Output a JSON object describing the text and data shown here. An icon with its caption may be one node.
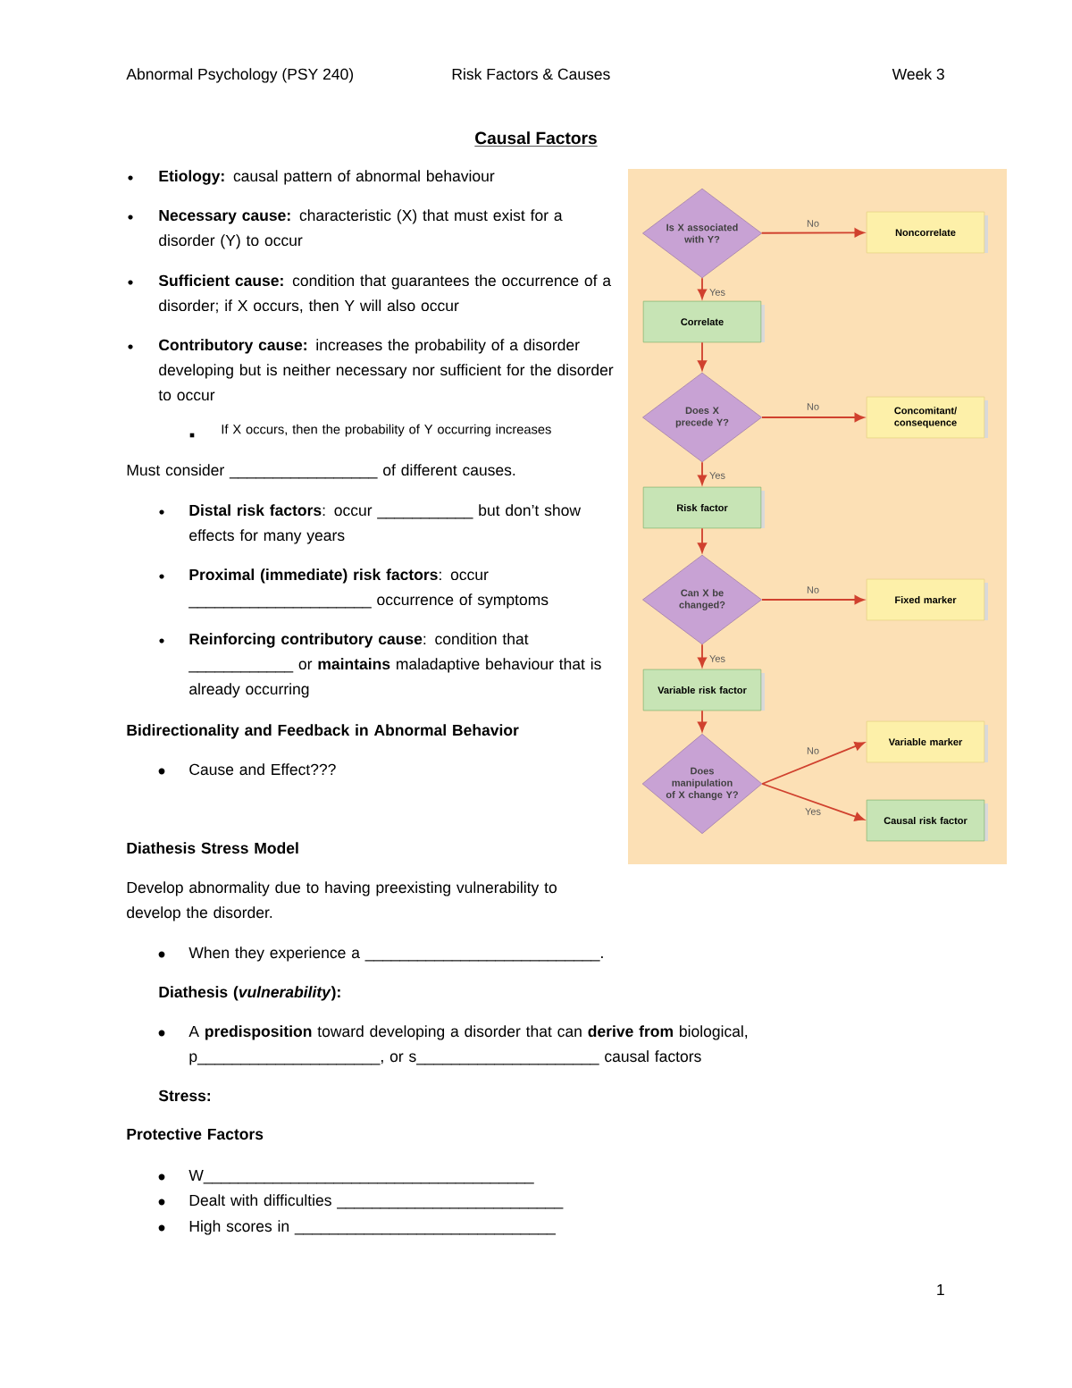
{
  "diagram": {
    "title": "Causal Factors",
    "nodes": [
      {
        "text": [
          "Is X associated with Y?"
        ]
      },
      {
        "text": [
          "Noncorrelate"
        ]
      },
      {
        "text": [
          "Correlate"
        ]
      },
      {
        "text": [
          "Does X precede Y?"
        ]
      },
      {
        "text": [
          "Concomitant/ consequence"
        ]
      },
      {
        "text": [
          "Risk factor"
        ]
      },
      {
        "text": [
          "Can X be changed?"
        ]
      },
      {
        "text": [
          "Fixed marker"
        ]
      },
      {
        "text": [
          "Variable risk factor"
        ]
      },
      {
        "text": [
          "Does manipulation of X change Y?"
        ]
      },
      {
        "text": [
          "Variable marker"
        ]
      },
      {
        "text": [
          "Causal risk factor"
        ]
      }
    ],
    "edges": [
      {
        "from": 0,
        "to": 1,
        "arrow": "to",
        "label": "No"
      },
      {
        "from": 0,
        "to": 2,
        "arrow": "to",
        "label": "Yes"
      },
      {
        "from": 2,
        "to": 3,
        "arrow": "to"
      },
      {
        "from": 3,
        "to": 4,
        "arrow": "to",
        "label": "No"
      },
      {
        "from": 3,
        "to": 5,
        "arrow": "to",
        "label": "Yes"
      },
      {
        "from": 5,
        "to": 6,
        "arrow": "to"
      },
      {
        "from": 6,
        "to": 7,
        "arrow": "to",
        "label": "No"
      },
      {
        "from": 6,
        "to": 8,
        "arrow": "to",
        "label": "Yes"
      },
      {
        "from": 8,
        "to": 9,
        "arrow": "to"
      },
      {
        "from": 9,
        "to": 10,
        "arrow": "to",
        "label": "No"
      },
      {
        "from": 9,
        "to": 11,
        "arrow": "to",
        "label": "Yes"
      }
    ],
    "labels": [
      "Abnormal Psychology (PSY 240)",
      "Risk Factors & Causes",
      "Week 3",
      "**Etiology:** causal pattern of abnormal behaviour",
      "**Necessary cause:** characteristic (X) that must exist for a disorder (Y) to occur",
      "**Sufficient cause:** condition that guarantees the occurrence of a disorder; if X occurs, then Y will also occur",
      "**Contributory cause:** increases the probability of a disorder developing but is neither necessary nor sufficient for the disorder to occur",
      "If X occurs, then the probability of Y occurring increases",
      "Must consider _________________ of different causes.",
      "**Distal risk factors**: occur ___________ but don’t show effects for many years",
      "**Proximal (immediate) risk factors**: occur _____________________ occurrence of symptoms",
      "**Reinforcing contributory cause**: condition that ____________ or **maintains** maladaptive behaviour that is already occurring",
      "Bidirectionality and Feedback in Abnormal Behavior",
      "Cause and Effect???",
      "Diathesis Stress Model",
      "Develop abnormality due to having preexisting vulnerability to develop the disorder.",
      "When they experience a ___________________________.",
      "Diathesis (*vulnerability*):",
      "A **predisposition** toward developing a disorder that can **derive from** biological, p_____________________, or s_____________________ causal factors",
      "Stress:",
      "Protective Factors",
      "W______________________________________",
      "Dealt with difficulties __________________________",
      "High scores in ______________________________",
      "1"
    ]
  }
}
